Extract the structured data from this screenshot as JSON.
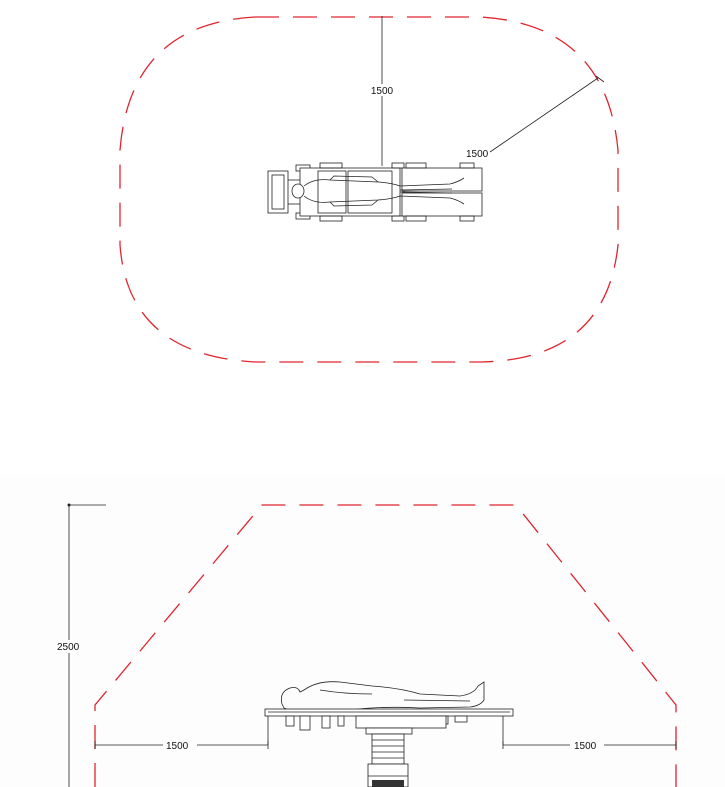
{
  "colors": {
    "zone_stroke": "#e0262f",
    "line": "#222222",
    "background_bottom": "#fdfdfd"
  },
  "top_view": {
    "vertical_dimension": "1500",
    "diagonal_dimension": "1500"
  },
  "side_view": {
    "height_dimension": "2500",
    "left_dimension": "1500",
    "right_dimension": "1500"
  }
}
